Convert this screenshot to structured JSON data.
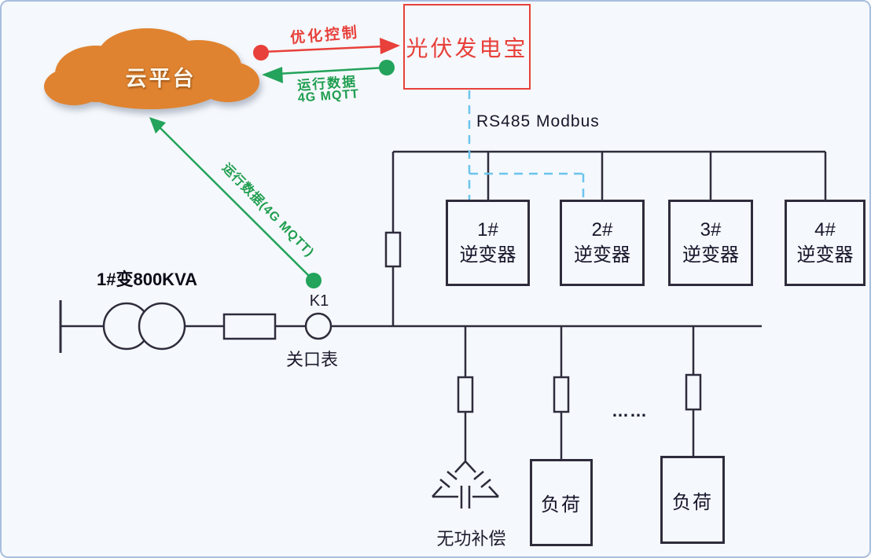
{
  "cloud": {
    "label": "云平台"
  },
  "pv_gateway": {
    "label": "光伏发电宝"
  },
  "links": {
    "optimize_control": "优化控制",
    "runtime_data": "运行数据",
    "runtime_protocol": "4G MQTT",
    "runtime_data_full": "运行数据(4G MQTT)",
    "bus_protocol": "RS485 Modbus"
  },
  "transformer": {
    "label": "1#变800KVA"
  },
  "gateway_meter": {
    "name": "K1",
    "label": "关口表"
  },
  "inverters": [
    {
      "num": "1#",
      "type": "逆变器"
    },
    {
      "num": "2#",
      "type": "逆变器"
    },
    {
      "num": "3#",
      "type": "逆变器"
    },
    {
      "num": "4#",
      "type": "逆变器"
    }
  ],
  "loads": [
    {
      "label": "负荷"
    },
    {
      "label": "负荷"
    }
  ],
  "reactive_compensation": {
    "label": "无功补偿"
  },
  "ellipsis": "……",
  "colors": {
    "background": "#f5f8fc",
    "frame_border": "#a9bede",
    "line": "#2e2c3c",
    "red": "#e8403a",
    "green": "#23a35b",
    "dashed_blue": "#6cc4ee",
    "cloud_orange": "#e08330"
  }
}
